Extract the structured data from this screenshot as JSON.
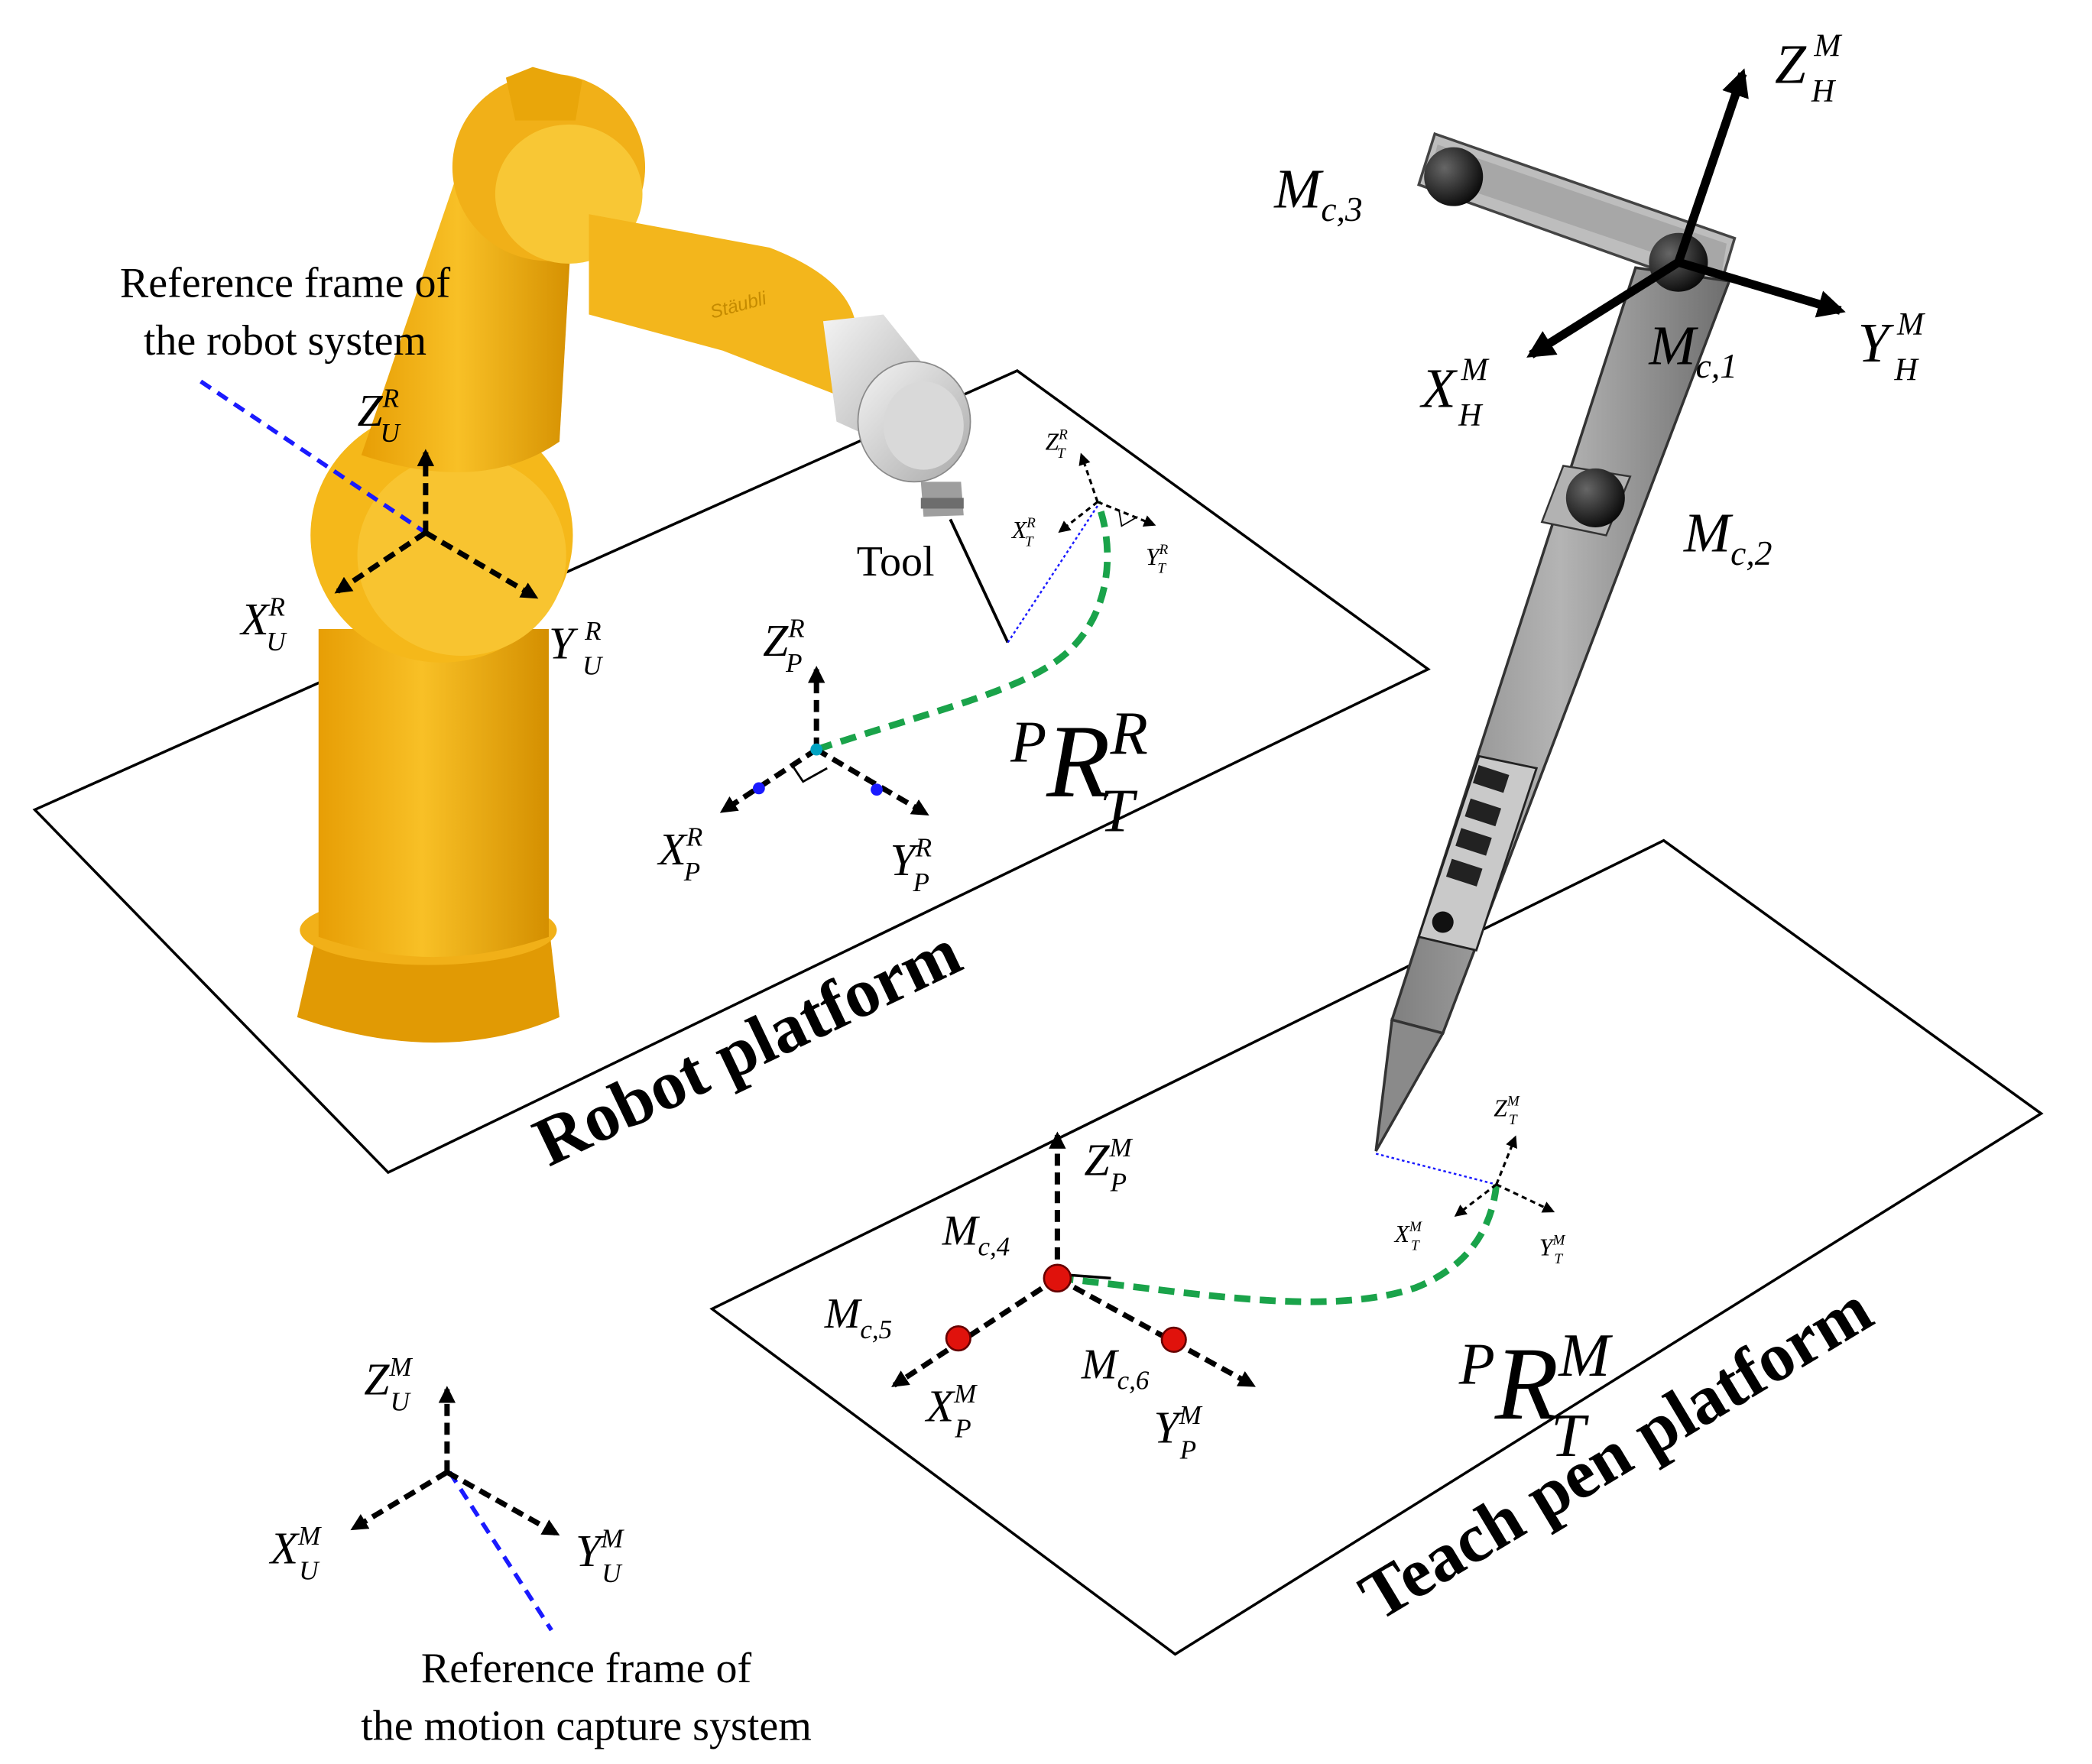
{
  "figure": {
    "robot_reference_caption": [
      "Reference frame of",
      "the robot system"
    ],
    "mocap_reference_caption": [
      "Reference frame of",
      "the motion capture system"
    ],
    "robot_platform_title": "Robot platform",
    "teach_pen_platform_title": "Teach pen platform",
    "tool_label": "Tool",
    "colors": {
      "robot": "#f3b312",
      "robot_dark": "#c98a00",
      "pen": "#9a9a9a",
      "trajectory": "#1aa34a",
      "reference_dash": "#1a1aff",
      "marker": "#e0120c"
    }
  },
  "frames": {
    "U_R": {
      "x": {
        "base": "X",
        "sub": "U",
        "sup": "R"
      },
      "y": {
        "base": "Y",
        "sub": "U",
        "sup": "R"
      },
      "z": {
        "base": "Z",
        "sub": "U",
        "sup": "R"
      }
    },
    "P_R": {
      "x": {
        "base": "X",
        "sub": "P",
        "sup": "R"
      },
      "y": {
        "base": "Y",
        "sub": "P",
        "sup": "R"
      },
      "z": {
        "base": "Z",
        "sub": "P",
        "sup": "R"
      }
    },
    "T_R": {
      "x": {
        "base": "X",
        "sub": "T",
        "sup": "R"
      },
      "y": {
        "base": "Y",
        "sub": "T",
        "sup": "R"
      },
      "z": {
        "base": "Z",
        "sub": "T",
        "sup": "R"
      }
    },
    "H_M": {
      "x": {
        "base": "X",
        "sub": "H",
        "sup": "M"
      },
      "y": {
        "base": "Y",
        "sub": "H",
        "sup": "M"
      },
      "z": {
        "base": "Z",
        "sub": "H",
        "sup": "M"
      }
    },
    "P_M": {
      "x": {
        "base": "X",
        "sub": "P",
        "sup": "M"
      },
      "y": {
        "base": "Y",
        "sub": "P",
        "sup": "M"
      },
      "z": {
        "base": "Z",
        "sub": "P",
        "sup": "M"
      }
    },
    "T_M": {
      "x": {
        "base": "X",
        "sub": "T",
        "sup": "M"
      },
      "y": {
        "base": "Y",
        "sub": "T",
        "sup": "M"
      },
      "z": {
        "base": "Z",
        "sub": "T",
        "sup": "M"
      }
    },
    "U_M": {
      "x": {
        "base": "X",
        "sub": "U",
        "sup": "M"
      },
      "y": {
        "base": "Y",
        "sub": "U",
        "sup": "M"
      },
      "z": {
        "base": "Z",
        "sub": "U",
        "sup": "M"
      }
    }
  },
  "trajectories": {
    "robot": {
      "pre": "P",
      "base": "R",
      "sub": "T",
      "sup": "R"
    },
    "teach_pen": {
      "pre": "P",
      "base": "R",
      "sub": "T",
      "sup": "M"
    }
  },
  "markers": {
    "mc1": {
      "base": "M",
      "sub": "c,1"
    },
    "mc2": {
      "base": "M",
      "sub": "c,2"
    },
    "mc3": {
      "base": "M",
      "sub": "c,3"
    },
    "mc4": {
      "base": "M",
      "sub": "c,4"
    },
    "mc5": {
      "base": "M",
      "sub": "c,5"
    },
    "mc6": {
      "base": "M",
      "sub": "c,6"
    }
  }
}
